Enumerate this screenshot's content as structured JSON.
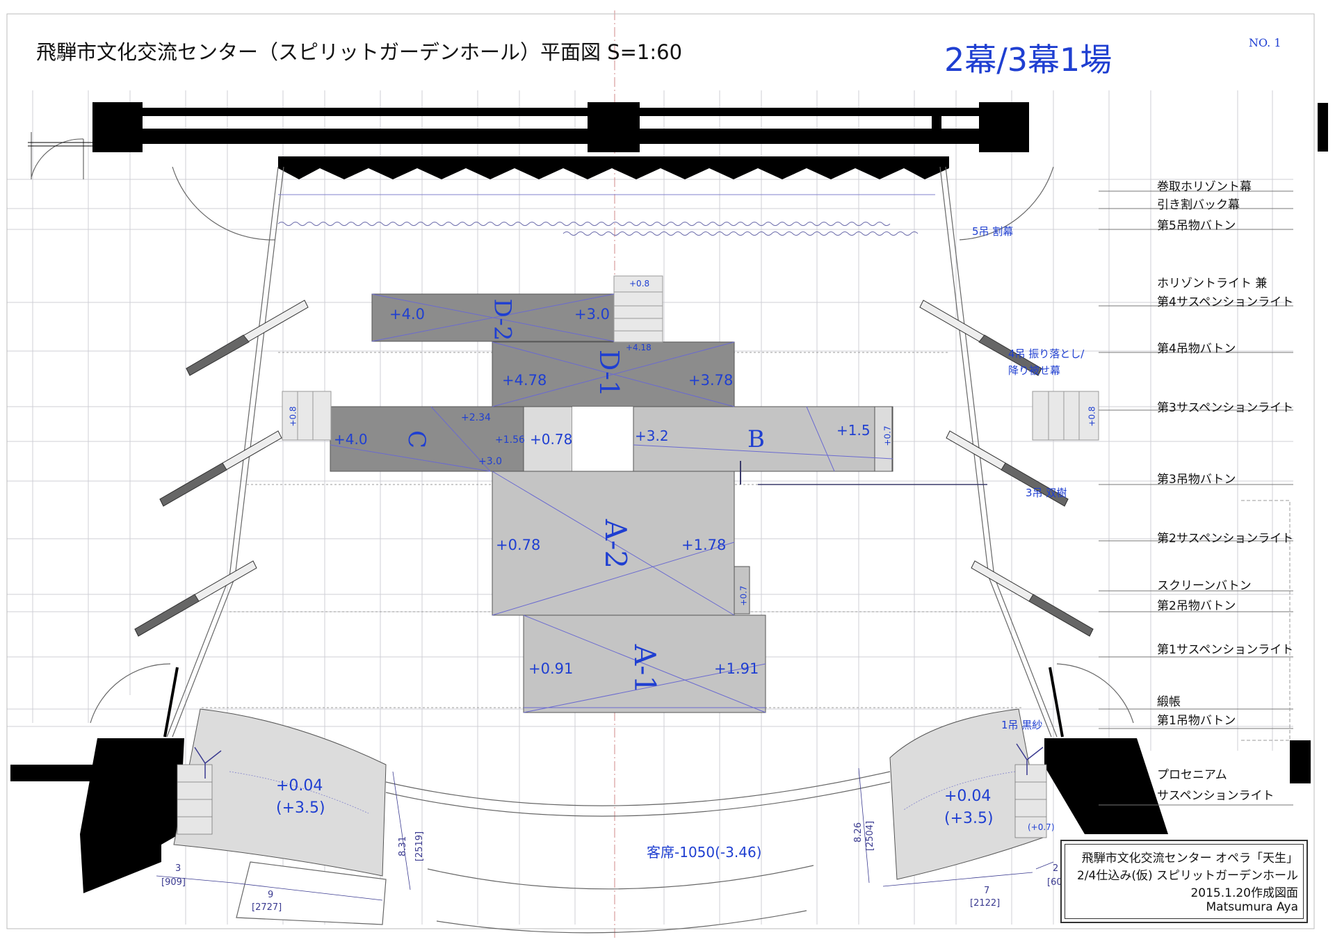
{
  "header": {
    "title": "飛騨市文化交流センター（スピリットガーデンホール）平面図 S=1:60",
    "scene": "2幕/3幕1場",
    "page_no": "NO. 1"
  },
  "batten_labels": [
    "巻取ホリゾント幕",
    "引き割バック幕",
    "第5吊物バトン",
    "ホリゾントライト 兼",
    "第4サスペンションライト",
    "第4吊物バトン",
    "第3サスペンションライト",
    "第3吊物バトン",
    "第2サスペンションライト",
    "スクリーンバトン",
    "第2吊物バトン",
    "第1サスペンションライト",
    "緞帳",
    "第1吊物バトン",
    "プロセニアム",
    "サスペンションライト"
  ],
  "hang_notes": {
    "h5": "5吊 割幕",
    "h4a": "4吊 振り落とし/",
    "h4b": "降り被せ幕",
    "h3": "3吊 双樹",
    "h1": "1吊 黒紗"
  },
  "platforms": {
    "d2": {
      "name": "D-2",
      "left": "+4.0",
      "right": "+3.0"
    },
    "d1": {
      "name": "D-1",
      "top": "+4.18",
      "left": "+4.78",
      "right": "+3.78"
    },
    "c": {
      "name": "C",
      "left": "+4.0",
      "top": "+2.34",
      "mid": "+1.56",
      "bottom": "+3.0"
    },
    "center": {
      "value": "+0.78"
    },
    "b": {
      "name": "B",
      "left": "+3.2",
      "right": "+1.5",
      "side": "+0.7"
    },
    "a2": {
      "name": "A-2",
      "left": "+0.78",
      "right": "+1.78",
      "side": "+0.7"
    },
    "a1": {
      "name": "A-1",
      "left": "+0.91",
      "right": "+1.91"
    }
  },
  "steps": {
    "top": "+0.8",
    "left": "+0.8",
    "right": "+0.8"
  },
  "pit": {
    "left_top": "+0.04",
    "left_bottom": "(+3.5)",
    "right_top": "+0.04",
    "right_bottom": "(+3.5)",
    "right_small": "(+0.7)"
  },
  "dims": {
    "l1": "3",
    "l1b": "[909]",
    "l2": "9",
    "l2b": "[2727]",
    "l3": "8.31",
    "l3b": "[2519]",
    "r1": "8.26",
    "r1b": "[2504]",
    "r2": "7",
    "r2b": "[2122]",
    "r3": "2",
    "r3b": "[60"
  },
  "seating": "客席-1050(-3.46)",
  "info": {
    "line1": "飛騨市文化交流センター オペラ「天生」",
    "line2": "2/4仕込み(仮) スピリットガーデンホール",
    "line3": "2015.1.20作成図面",
    "line4": "Matsumura Aya"
  },
  "colors": {
    "accent_blue": "#1f3fd1",
    "platform_dark": "#8c8c8c",
    "platform_light": "#c4c4c4",
    "platform_pale": "#dcdcdc",
    "wall": "#000000"
  }
}
